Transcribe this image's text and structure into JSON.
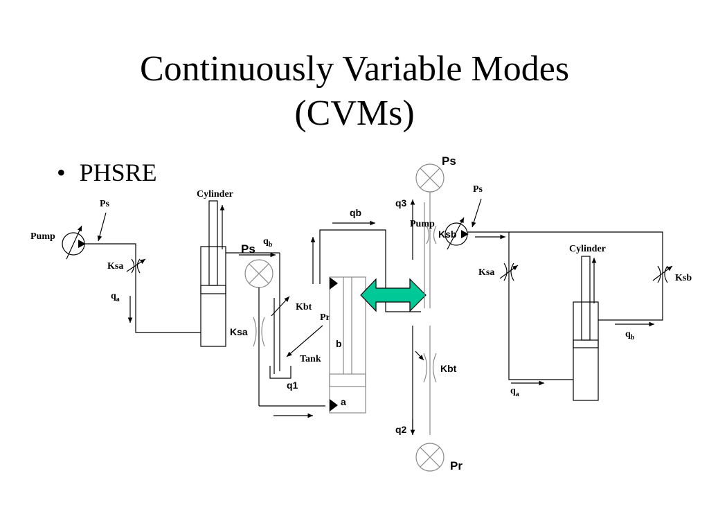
{
  "slide": {
    "title_line1": "Continuously Variable Modes",
    "title_line2": "(CVMs)",
    "bullet_text": "PHSRE"
  },
  "left_circuit": {
    "pump_label": "Pump",
    "ps_label": "Ps",
    "ksa_label": "Ksa",
    "qa_label_main": "q",
    "qa_label_sub": "a",
    "cylinder_label": "Cylinder",
    "ps_source_label": "Ps",
    "qb_label_main": "q",
    "qb_label_sub": "b",
    "ksa2_label": "Ksa",
    "kbt_label": "Kbt",
    "pr_label": "Pr",
    "tank_label": "Tank",
    "q1_label": "q1"
  },
  "center_actuator": {
    "qb_label": "qb",
    "b_label": "b",
    "a_label": "a",
    "arrow_color": "#00c896"
  },
  "center_valves": {
    "ps_top_label": "Ps",
    "q3_label": "q3",
    "kbt_label": "Kbt",
    "q2_label": "q2",
    "pr_bottom_label": "Pr"
  },
  "right_circuit": {
    "pump_label": "Pump",
    "ksb_pump_label": "Ksb",
    "ps_label": "Ps",
    "cylinder_label": "Cylinder",
    "ksa_label": "Ksa",
    "ksb_label": "Ksb",
    "qb_label_main": "q",
    "qb_label_sub": "b",
    "qa_label_main": "q",
    "qa_label_sub": "a"
  }
}
